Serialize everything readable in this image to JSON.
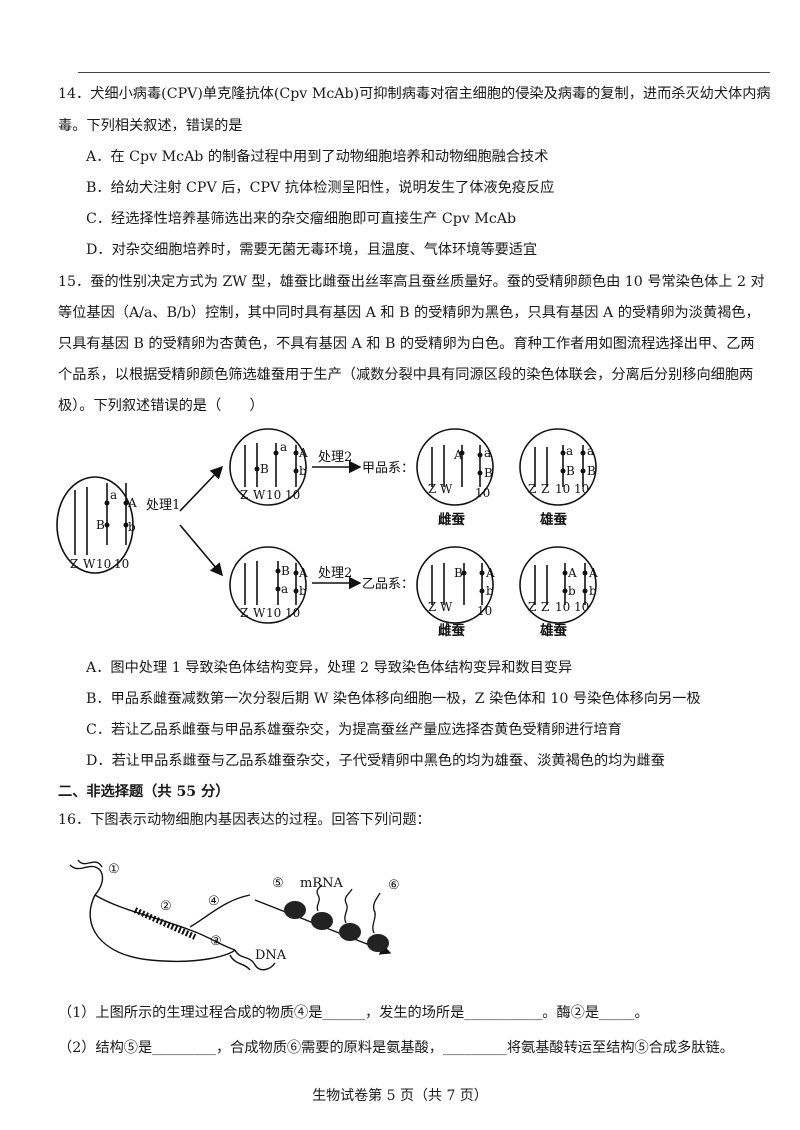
{
  "q14": {
    "stem_line1": "14．犬细小病毒(CPV)单克隆抗体(Cpv McAb)可抑制病毒对宿主细胞的侵染及病毒的复制，进而杀灭幼犬体内病",
    "stem_line2": "毒。下列相关叙述，错误的是",
    "options": [
      "A．在 Cpv McAb 的制备过程中用到了动物细胞培养和动物细胞融合技术",
      "B．给幼犬注射 CPV 后，CPV 抗体检测呈阳性，说明发生了体液免疫反应",
      "C．经选择性培养基筛选出来的杂交瘤细胞即可直接生产 Cpv McAb",
      "D．对杂交细胞培养时，需要无菌无毒环境，且温度、气体环境等要适宜"
    ]
  },
  "q15": {
    "stem_lines": [
      "15．蚕的性别决定方式为 ZW 型，雄蚕比雌蚕出丝率高且蚕丝质量好。蚕的受精卵颜色由 10 号常染色体上 2 对",
      "等位基因（A/a、B/b）控制，其中同时具有基因 A 和 B 的受精卵为黑色，只具有基因 A 的受精卵为淡黄褐色，",
      "只具有基因 B 的受精卵为杏黄色，不具有基因 A 和 B 的受精卵为白色。育种工作者用如图流程选择出甲、乙两",
      "个品系，以根据受精卵颜色筛选雄蚕用于生产（减数分裂中具有同源区段的染色体联会，分离后分别移向细胞两",
      "极）。下列叙述错误的是（　　）"
    ],
    "diagram": {
      "treat1": "处理1",
      "treat2": "处理2",
      "strain_jia": "甲品系：",
      "strain_yi": "乙品系：",
      "female": "雌蚕",
      "male": "雄蚕",
      "chrom_Z": "Z",
      "chrom_W": "W",
      "chrom_10": "10",
      "gene_a": "a",
      "gene_A": "A",
      "gene_b": "b",
      "gene_B": "B"
    },
    "options": [
      "A．图中处理 1 导致染色体结构变异，处理 2 导致染色体结构变异和数目变异",
      "B．甲品系雌蚕减数第一次分裂后期 W 染色体移向细胞一极，Z 染色体和 10 号染色体移向另一极",
      "C．若让乙品系雌蚕与甲品系雄蚕杂交，为提高蚕丝产量应选择杏黄色受精卵进行培育",
      "D．若让甲品系雌蚕与乙品系雄蚕杂交，子代受精卵中黑色的均为雄蚕、淡黄褐色的均为雌蚕"
    ]
  },
  "section2": "二、非选择题（共 55 分）",
  "q16": {
    "stem": "16．下图表示动物细胞内基因表达的过程。回答下列问题：",
    "diagram": {
      "n1": "①",
      "n2": "②",
      "n3": "③",
      "n4": "④",
      "n5": "⑤",
      "n6": "⑥",
      "mrna": "mRNA",
      "dna": "DNA"
    },
    "sub1": "（1）上图所示的生理过程合成的物质④是______，发生的场所是___________。酶②是_____。",
    "sub2": "（2）结构⑤是_________，合成物质⑥需要的原料是氨基酸，_________将氨基酸转运至结构⑤合成多肽链。"
  },
  "footer": "生物试卷第 5 页（共 7 页）"
}
